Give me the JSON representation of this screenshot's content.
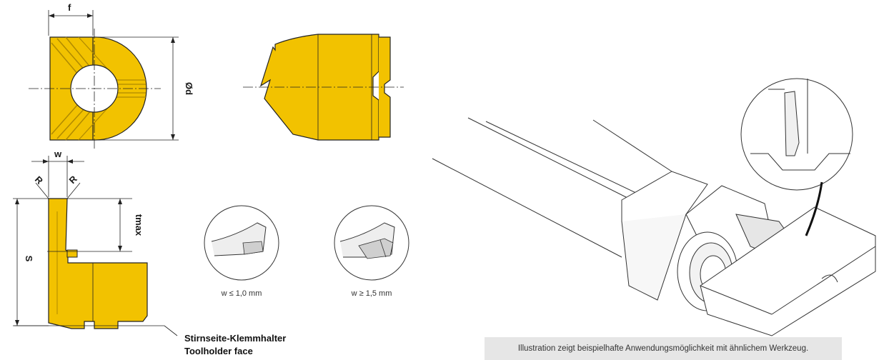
{
  "labels": {
    "f": "f",
    "diameter": "Ød",
    "w": "w",
    "r_left": "R",
    "r_right": "R",
    "s": "S",
    "tmax": "tmax",
    "detail_small": "w ≤ 1,0 mm",
    "detail_large": "w ≥ 1,5 mm",
    "face_de": "Stirnseite-Klemmhalter",
    "face_en": "Toolholder face"
  },
  "caption": "Illustration zeigt beispielhafte Anwendungsmöglichkeit mit ähnlichem Werkzeug.",
  "colors": {
    "insert_yellow": "#f2c200",
    "insert_dark": "#d4a600",
    "line": "#222222",
    "caption_bg": "#e6e6e6"
  }
}
